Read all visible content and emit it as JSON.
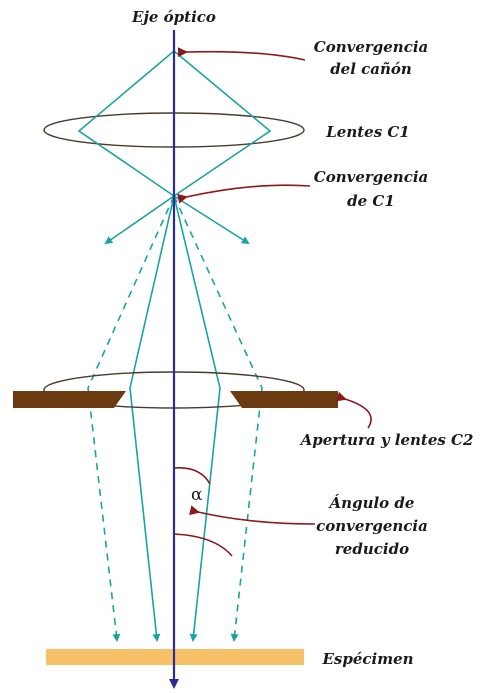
{
  "labels": {
    "axis": "Eje óptico",
    "gun_crossover_l1": "Convergencia",
    "gun_crossover_l2": "del cañón",
    "lens_c1": "Lentes C1",
    "c1_crossover_l1": "Convergencia",
    "c1_crossover_l2": "de C1",
    "aperture_c2": "Apertura y lentes C2",
    "angle_symbol": "α",
    "angle_l1": "Ángulo de",
    "angle_l2": "convergencia",
    "angle_l3": "reducido",
    "specimen": "Espécimen"
  },
  "colors": {
    "ray": "#1aa3a3",
    "axis": "#2b2b9a",
    "aperture": "#6b3a10",
    "specimen": "#f7c16a",
    "pointer": "#8b1a1a"
  }
}
